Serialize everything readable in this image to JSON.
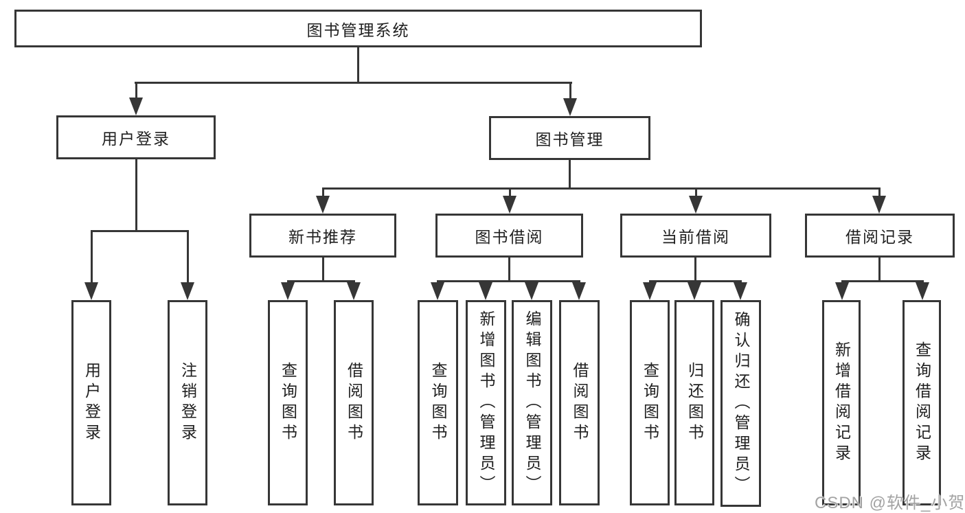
{
  "diagram": {
    "root": {
      "label": "图书管理系统"
    },
    "level2": [
      {
        "label": "用户登录"
      },
      {
        "label": "图书管理"
      }
    ],
    "level3": [
      {
        "label": "新书推荐"
      },
      {
        "label": "图书借阅"
      },
      {
        "label": "当前借阅"
      },
      {
        "label": "借阅记录"
      }
    ],
    "leaves": {
      "user_login": [
        "用户登录",
        "注销登录"
      ],
      "new_book_recommend": [
        "查询图书",
        "借阅图书"
      ],
      "book_borrow": [
        "查询图书",
        "新增图书（管理员）",
        "编辑图书（管理员）",
        "借阅图书"
      ],
      "current_borrow": [
        "查询图书",
        "归还图书",
        "确认归还（管理员）"
      ],
      "borrow_record": [
        "新增借阅记录",
        "查询借阅记录"
      ]
    }
  },
  "watermark": {
    "text": "CSDN @软件_小贺同学"
  },
  "colors": {
    "line": "#363636",
    "box_border": "#363636",
    "box_background": "#ffffff",
    "text": "#1f1f1f",
    "watermark": "#a3a3a3",
    "page_background": "#ffffff"
  }
}
